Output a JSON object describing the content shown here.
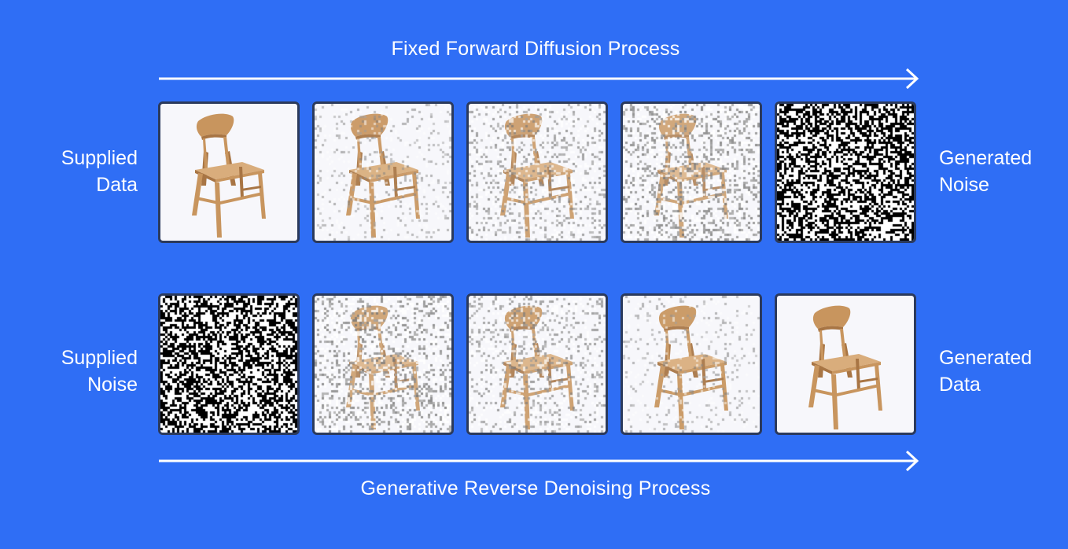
{
  "forward": {
    "title": "Fixed Forward Diffusion Process",
    "left_label": [
      "Supplied",
      "Data"
    ],
    "right_label": [
      "Generated",
      "Noise"
    ],
    "noise_levels": [
      0,
      0.3,
      0.55,
      0.75,
      1.0
    ]
  },
  "reverse": {
    "title": "Generative Reverse Denoising Process",
    "left_label": [
      "Supplied",
      "Noise"
    ],
    "right_label": [
      "Generated",
      "Data"
    ],
    "noise_levels": [
      1.0,
      0.75,
      0.55,
      0.3,
      0
    ]
  },
  "colors": {
    "background": "#2f6ef5",
    "frame_border": "#2b3a5c",
    "frame_fill": "#f7f7fb",
    "arrow": "#ffffff",
    "chair_wood": "#c8955e",
    "chair_wood_dark": "#a87544",
    "chair_seat": "#d9ad7c"
  },
  "icons": {
    "chair": "wooden-chair-image",
    "arrow": "right-arrow-icon"
  }
}
